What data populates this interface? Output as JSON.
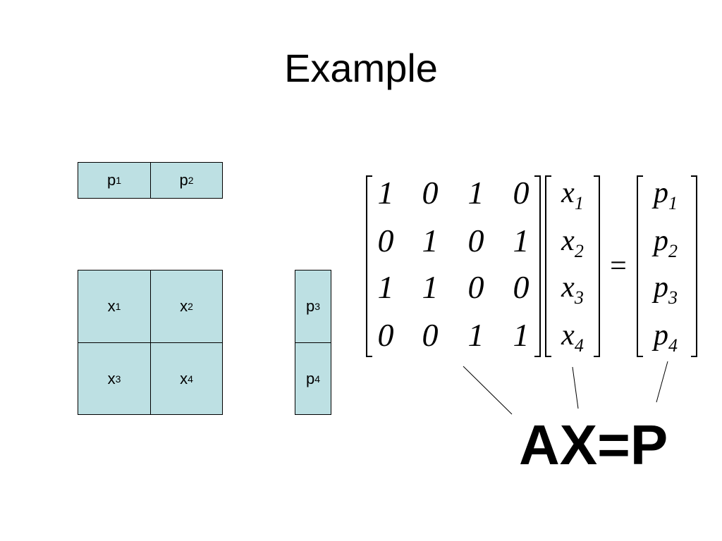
{
  "slide": {
    "title": "Example"
  },
  "grid_cells": {
    "p1": {
      "base": "p",
      "sub": "1"
    },
    "p2": {
      "base": "p",
      "sub": "2"
    },
    "x1": {
      "base": "x",
      "sub": "1"
    },
    "x2": {
      "base": "x",
      "sub": "2"
    },
    "x3": {
      "base": "x",
      "sub": "3"
    },
    "x4": {
      "base": "x",
      "sub": "4"
    },
    "p3": {
      "base": "p",
      "sub": "3"
    },
    "p4": {
      "base": "p",
      "sub": "4"
    }
  },
  "cell_color": "#bde0e3",
  "equation": {
    "matrix_A": [
      [
        "1",
        "0",
        "1",
        "0"
      ],
      [
        "0",
        "1",
        "0",
        "1"
      ],
      [
        "1",
        "1",
        "0",
        "0"
      ],
      [
        "0",
        "0",
        "1",
        "1"
      ]
    ],
    "vector_X": [
      {
        "base": "x",
        "sub": "1"
      },
      {
        "base": "x",
        "sub": "2"
      },
      {
        "base": "x",
        "sub": "3"
      },
      {
        "base": "x",
        "sub": "4"
      }
    ],
    "equals": "=",
    "vector_P": [
      {
        "base": "p",
        "sub": "1"
      },
      {
        "base": "p",
        "sub": "2"
      },
      {
        "base": "p",
        "sub": "3"
      },
      {
        "base": "p",
        "sub": "4"
      }
    ],
    "formula": "AX=P"
  }
}
